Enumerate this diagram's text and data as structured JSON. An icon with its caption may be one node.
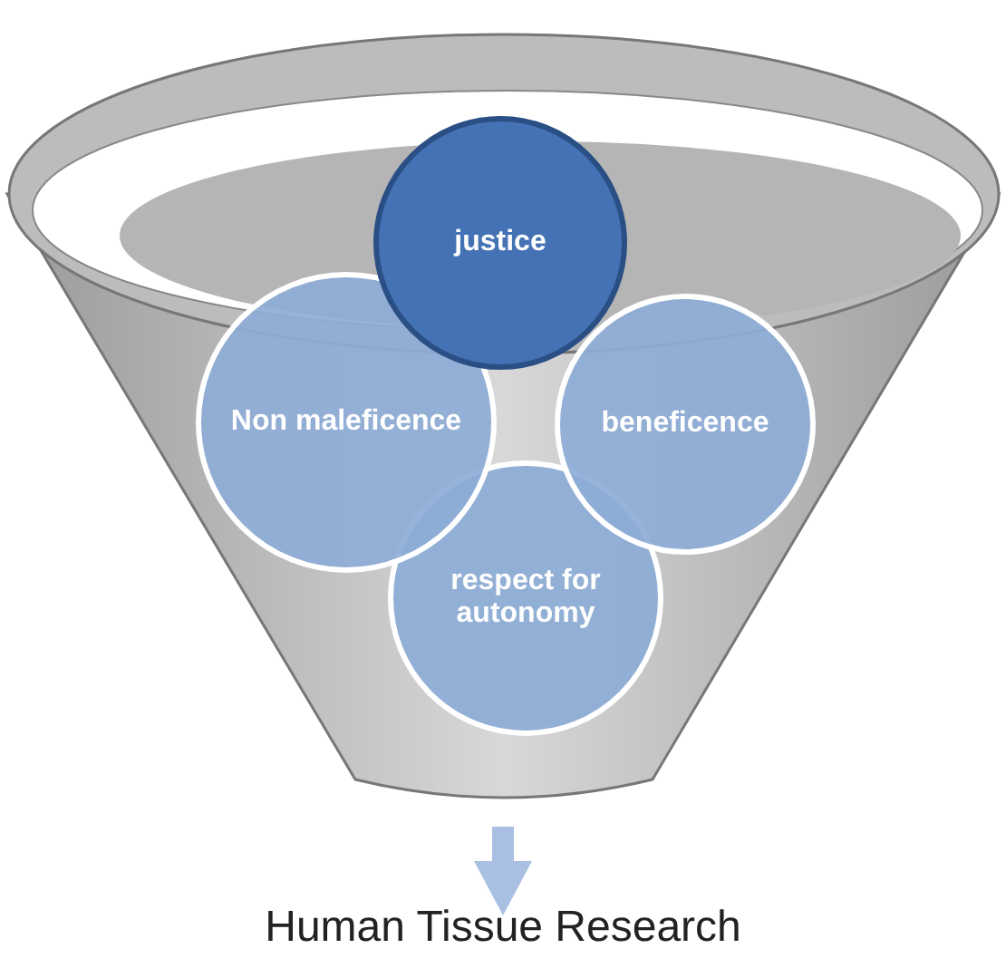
{
  "diagram": {
    "nodes": [
      {
        "text": [],
        "shape": "funnel"
      },
      {
        "text": [
          "justice"
        ]
      },
      {
        "text": [
          "Non maleficence"
        ],
        "in": 0
      },
      {
        "text": [
          "beneficence"
        ],
        "in": 0
      },
      {
        "text": [
          "respect for autonomy"
        ],
        "in": 0
      },
      {
        "text": [
          "Human Tissue Research"
        ]
      }
    ],
    "edges": [
      {
        "from": 0,
        "to": 5,
        "arrow": "to"
      }
    ]
  }
}
